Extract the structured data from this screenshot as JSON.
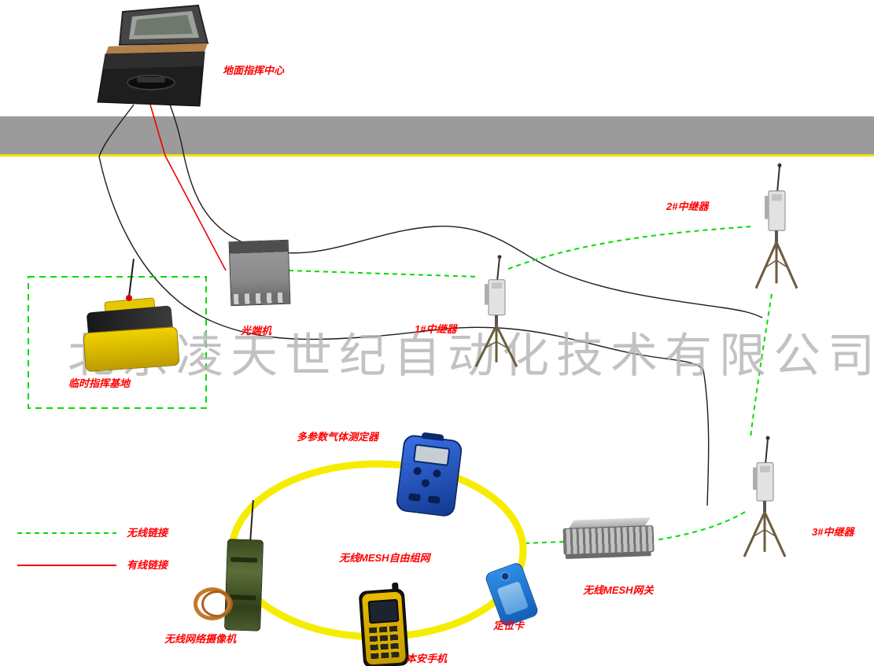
{
  "watermark": "北京凌天世纪自动化技术有限公司",
  "legend": {
    "wireless_label": "无线链接",
    "wired_label": "有线链接"
  },
  "nodes": {
    "ground_command_center": "地面指挥中心",
    "optical_terminal": "光端机",
    "temporary_command_base": "临时指挥基地",
    "repeater_1": "1#中继器",
    "repeater_2": "2#中继器",
    "repeater_3": "3#中继器",
    "gas_detector": "多参数气体测定器",
    "mesh_network": "无线MESH自由组网",
    "mesh_gateway": "无线MESH网关",
    "positioning_card": "定位卡",
    "safe_phone": "本安手机",
    "wireless_camera": "无线网络摄像机"
  },
  "colors": {
    "label_text": "#ff0000",
    "wireless_link": "#00dd00",
    "wired_link": "#ff0000",
    "mesh_ring": "#f6ec00",
    "surface_band": "#9b9b9b",
    "watermark_text": "#b3b3b3"
  }
}
